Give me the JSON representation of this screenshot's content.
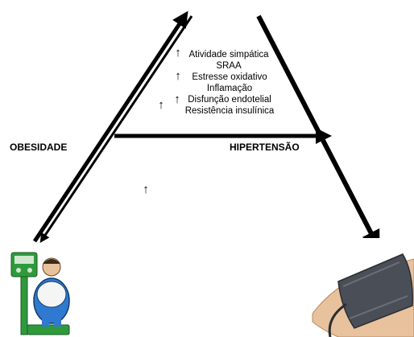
{
  "labels": {
    "left": "OBESIDADE",
    "right": "HIPERTENSÃO"
  },
  "mechanisms": [
    "Atividade simpática",
    "SRAA",
    "Estresse oxidativo",
    "Inflamação",
    "Disfunção endotelial",
    "Resistência insulínica"
  ],
  "colors": {
    "arrow": "#000000",
    "background": "#ffffff",
    "cuff": "#4a4f57",
    "skin": "#e8c29c",
    "figure_green": "#2e9a3c",
    "figure_blue": "#2f7ad0"
  },
  "icons": {
    "up_arrow": "↑"
  }
}
